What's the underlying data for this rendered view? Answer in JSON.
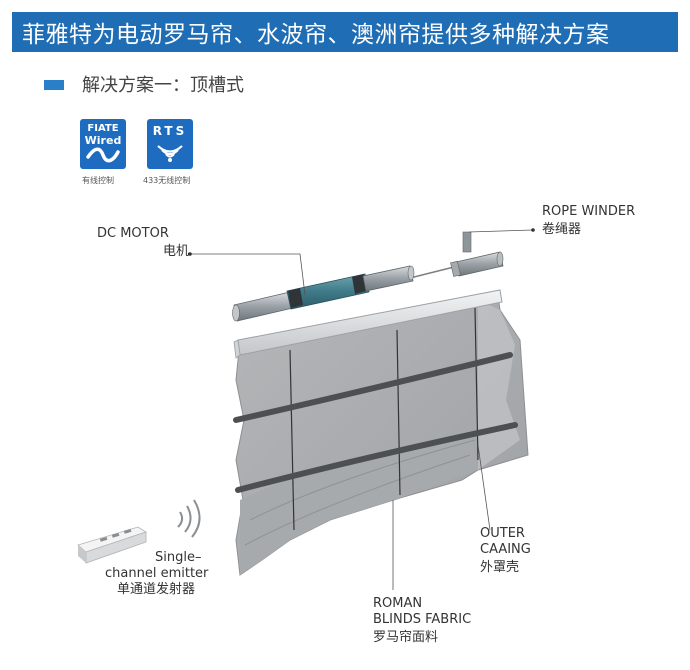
{
  "header": {
    "title": "菲雅特为电动罗马帘、水波帘、澳洲帘提供多种解决方案"
  },
  "section": {
    "title": "解决方案一：顶槽式"
  },
  "badges": [
    {
      "line1": "FIATE",
      "line2": "Wired",
      "caption": "有线控制",
      "icon": "wave-icon"
    },
    {
      "line1": "RTS",
      "caption": "433无线控制",
      "icon": "wireless-signal-icon"
    }
  ],
  "callouts": {
    "dc_motor": {
      "en": "DC MOTOR",
      "cn": "电机"
    },
    "rope_winder": {
      "en": "ROPE WINDER",
      "cn": "卷绳器"
    },
    "emitter": {
      "en1": "Single–",
      "en2": "channel emitter",
      "cn": "单通道发射器"
    },
    "outer_casing": {
      "en1": "OUTER",
      "en2": "CAAING",
      "cn": "外罩壳"
    },
    "fabric": {
      "en1": "ROMAN",
      "en2": "BLINDS FABRIC",
      "cn": "罗马帘面料"
    }
  },
  "colors": {
    "banner": "#1f6db5",
    "badge": "#1d6cc0",
    "motor_teal": "#4e8a98",
    "fabric_grey": "#aeb0b2"
  }
}
